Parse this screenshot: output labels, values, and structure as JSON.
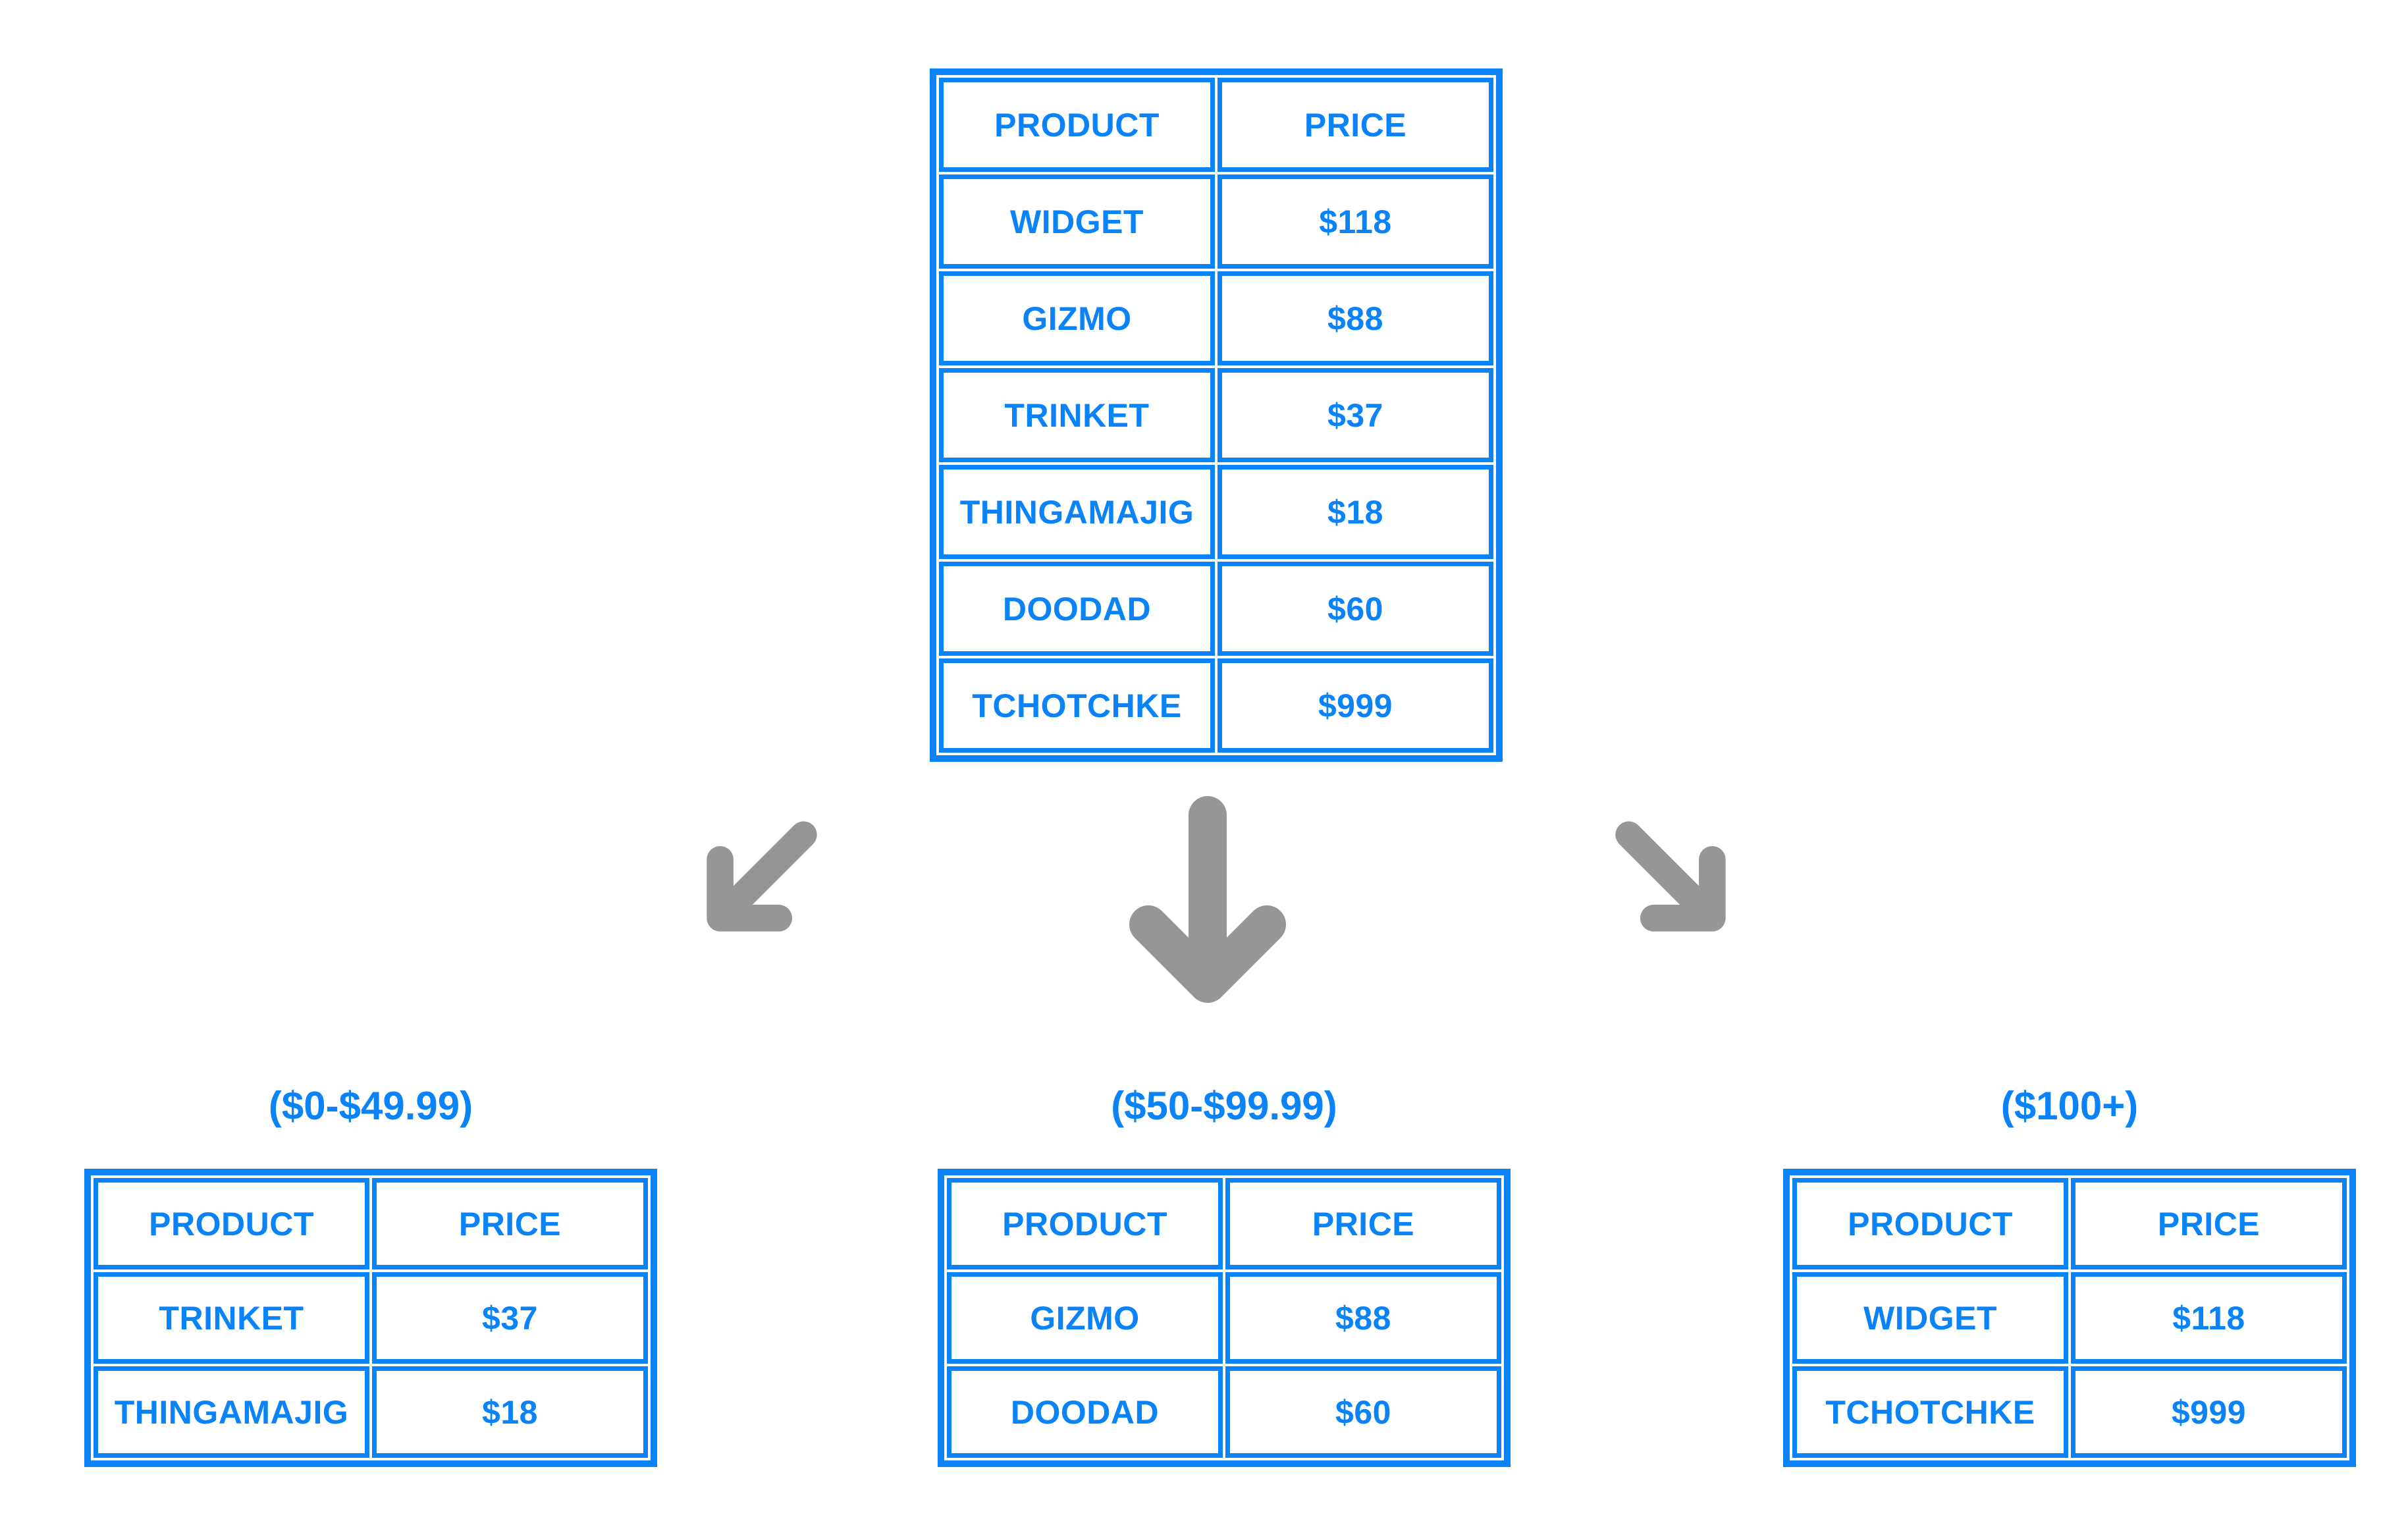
{
  "colors": {
    "accent": "#0a82f8",
    "arrow": "#969696",
    "page_bg": "#ffffff",
    "cell_bg": "#ffffff"
  },
  "source_table": {
    "headers": {
      "product": "PRODUCT",
      "price": "PRICE"
    },
    "rows": [
      {
        "product": "WIDGET",
        "price": "$118"
      },
      {
        "product": "GIZMO",
        "price": "$88"
      },
      {
        "product": "TRINKET",
        "price": "$37"
      },
      {
        "product": "THINGAMAJIG",
        "price": "$18"
      },
      {
        "product": "DOODAD",
        "price": "$60"
      },
      {
        "product": "TCHOTCHKE",
        "price": "$999"
      }
    ]
  },
  "arrows": [
    {
      "icon": "arrow-down-left-icon",
      "direction": "down-left"
    },
    {
      "icon": "arrow-down-icon",
      "direction": "down"
    },
    {
      "icon": "arrow-down-right-icon",
      "direction": "down-right"
    }
  ],
  "groups": [
    {
      "label": "($0-$49.99)",
      "headers": {
        "product": "PRODUCT",
        "price": "PRICE"
      },
      "rows": [
        {
          "product": "TRINKET",
          "price": "$37"
        },
        {
          "product": "THINGAMAJIG",
          "price": "$18"
        }
      ]
    },
    {
      "label": "($50-$99.99)",
      "headers": {
        "product": "PRODUCT",
        "price": "PRICE"
      },
      "rows": [
        {
          "product": "GIZMO",
          "price": "$88"
        },
        {
          "product": "DOODAD",
          "price": "$60"
        }
      ]
    },
    {
      "label": "($100+)",
      "headers": {
        "product": "PRODUCT",
        "price": "PRICE"
      },
      "rows": [
        {
          "product": "WIDGET",
          "price": "$118"
        },
        {
          "product": "TCHOTCHKE",
          "price": "$999"
        }
      ]
    }
  ]
}
